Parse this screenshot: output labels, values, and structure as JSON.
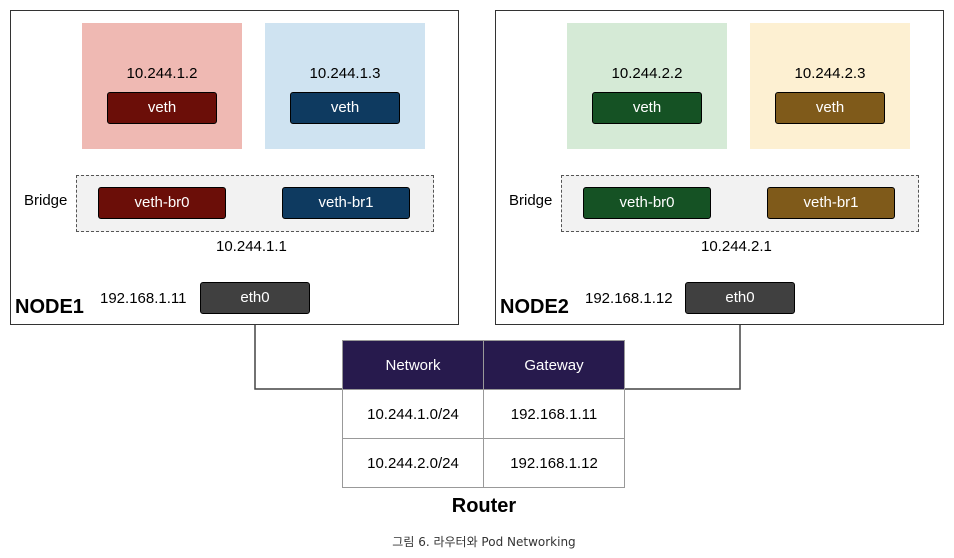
{
  "node1": {
    "title": "NODE1",
    "host_ip": "192.168.1.11",
    "eth_label": "eth0",
    "bridge_label": "Bridge",
    "bridge_ip": "10.244.1.1",
    "pods": [
      {
        "ip": "10.244.1.2",
        "veth_label": "veth",
        "bg_color": "#efb9b3",
        "veth_color": "#6b0e08"
      },
      {
        "ip": "10.244.1.3",
        "veth_label": "veth",
        "bg_color": "#cfe3f1",
        "veth_color": "#0e3a60"
      }
    ],
    "bridge_ports": [
      {
        "label": "veth-br0",
        "color": "#6b0e08"
      },
      {
        "label": "veth-br1",
        "color": "#0e3a60"
      }
    ]
  },
  "node2": {
    "title": "NODE2",
    "host_ip": "192.168.1.12",
    "eth_label": "eth0",
    "bridge_label": "Bridge",
    "bridge_ip": "10.244.2.1",
    "pods": [
      {
        "ip": "10.244.2.2",
        "veth_label": "veth",
        "bg_color": "#d5ead6",
        "veth_color": "#155224"
      },
      {
        "ip": "10.244.2.3",
        "veth_label": "veth",
        "bg_color": "#fdf0d2",
        "veth_color": "#7f5a1a"
      }
    ],
    "bridge_ports": [
      {
        "label": "veth-br0",
        "color": "#155224"
      },
      {
        "label": "veth-br1",
        "color": "#7f5a1a"
      }
    ]
  },
  "router": {
    "title": "Router",
    "columns": [
      "Network",
      "Gateway"
    ],
    "rows": [
      [
        "10.244.1.0/24",
        "192.168.1.11"
      ],
      [
        "10.244.2.0/24",
        "192.168.1.12"
      ]
    ],
    "header_color": "#271a4d"
  },
  "caption": "그림 6. 라우터와 Pod Networking",
  "colors": {
    "eth": "#404040"
  }
}
